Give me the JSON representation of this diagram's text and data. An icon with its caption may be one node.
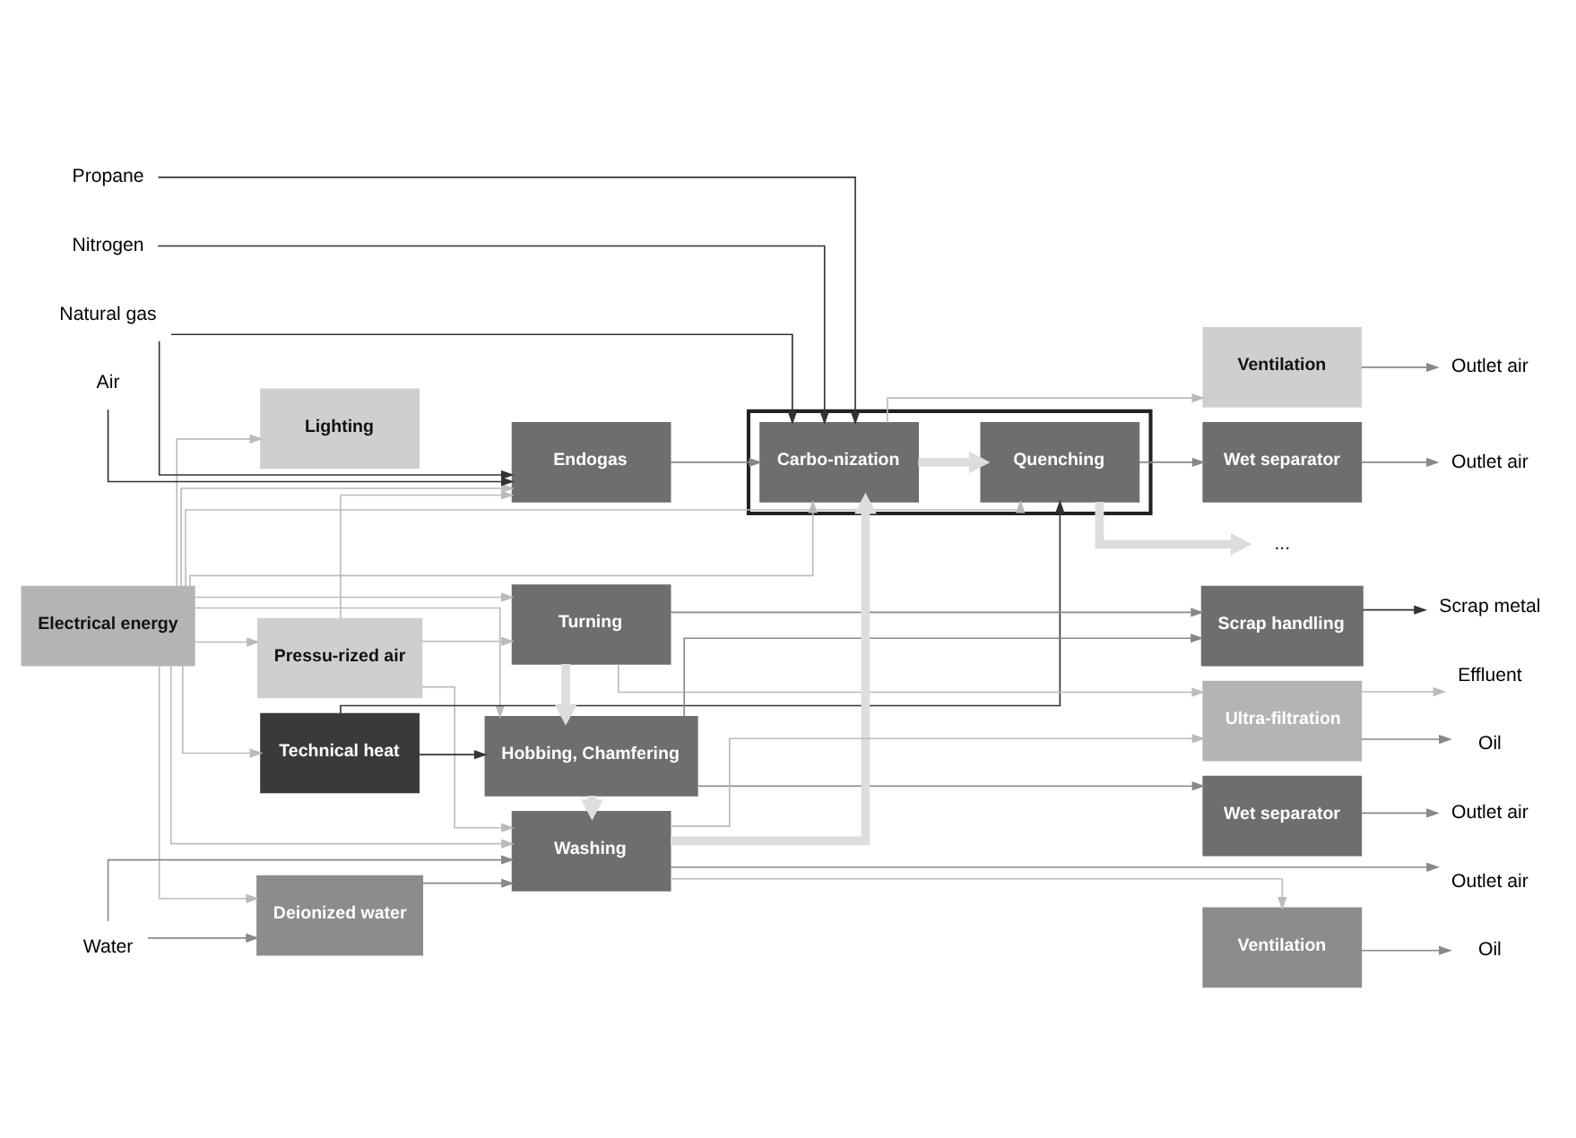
{
  "diagram": {
    "nodes": [
      {
        "text": [
          "Electrical energy"
        ]
      },
      {
        "text": [
          "Water"
        ]
      },
      {
        "text": [
          "Deionized water"
        ]
      },
      {
        "text": [
          "Pressu-rized air"
        ]
      },
      {
        "text": [
          "Air"
        ]
      },
      {
        "text": [
          "Natural gas"
        ]
      },
      {
        "text": [
          "Propane"
        ]
      },
      {
        "text": [
          "Nitrogen"
        ]
      },
      {
        "text": [
          "Endogas"
        ]
      },
      {
        "text": [
          "Technical heat"
        ]
      },
      {
        "text": [
          "Lighting"
        ]
      },
      {
        "text": [
          "Turning"
        ]
      },
      {
        "text": [
          "Hobbing, Chamfering"
        ]
      },
      {
        "text": [
          "Washing"
        ]
      },
      {
        "text": [],
        "shape": "box"
      },
      {
        "text": [
          "Carbo-nization"
        ],
        "in": 14
      },
      {
        "text": [
          "Quenching"
        ],
        "in": 14
      },
      {
        "text": [
          "..."
        ]
      },
      {
        "text": [
          "Scrap handling"
        ]
      },
      {
        "text": [
          "Ultra-filtration"
        ]
      },
      {
        "text": [
          "Wet separator"
        ]
      },
      {
        "text": [
          "Ventilation"
        ]
      },
      {
        "text": [
          "Ventilation"
        ]
      },
      {
        "text": [
          "Wet separator"
        ]
      },
      {
        "text": [
          "Scrap metal"
        ]
      },
      {
        "text": [
          "Effluent"
        ]
      },
      {
        "text": [
          "Oil"
        ]
      },
      {
        "text": [
          "Outlet air"
        ]
      },
      {
        "text": [
          "Outlet air"
        ]
      },
      {
        "text": [
          "Oil"
        ]
      },
      {
        "text": [
          "Outlet air"
        ]
      },
      {
        "text": [
          "Outlet air"
        ]
      }
    ],
    "edges": [
      {
        "from": 11,
        "to": 12,
        "arrow": "to",
        "style": "thick",
        "color": "#dddddd"
      },
      {
        "from": 12,
        "to": 13,
        "arrow": "to",
        "style": "thick",
        "color": "#dddddd"
      },
      {
        "from": 13,
        "to": 15,
        "arrow": "to",
        "style": "thick",
        "color": "#dddddd"
      },
      {
        "from": 15,
        "to": 16,
        "arrow": "to",
        "style": "thick",
        "color": "#dddddd"
      },
      {
        "from": 16,
        "to": 17,
        "arrow": "to",
        "style": "thick",
        "color": "#dddddd"
      },
      {
        "from": 0,
        "to": 11,
        "arrow": "to",
        "color": "#bbbbbb"
      },
      {
        "from": 0,
        "to": 12,
        "arrow": "to",
        "color": "#bbbbbb"
      },
      {
        "from": 0,
        "to": 13,
        "arrow": "to",
        "color": "#bbbbbb"
      },
      {
        "from": 0,
        "to": 15,
        "arrow": "to",
        "color": "#bbbbbb"
      },
      {
        "from": 0,
        "to": 16,
        "arrow": "to",
        "color": "#bbbbbb"
      },
      {
        "from": 0,
        "to": 2,
        "arrow": "to",
        "color": "#bbbbbb"
      },
      {
        "from": 0,
        "to": 3,
        "arrow": "to",
        "color": "#bbbbbb"
      },
      {
        "from": 0,
        "to": 8,
        "arrow": "to",
        "color": "#bbbbbb"
      },
      {
        "from": 0,
        "to": 9,
        "arrow": "to",
        "color": "#bbbbbb"
      },
      {
        "from": 0,
        "to": 10,
        "arrow": "to",
        "color": "#bbbbbb"
      },
      {
        "from": 1,
        "to": 2,
        "arrow": "to"
      },
      {
        "from": 1,
        "to": 13,
        "arrow": "to"
      },
      {
        "from": 2,
        "to": 13,
        "arrow": "to"
      },
      {
        "from": 3,
        "to": 11,
        "arrow": "to",
        "color": "#bbbbbb"
      },
      {
        "from": 3,
        "to": 13,
        "arrow": "to",
        "color": "#bbbbbb"
      },
      {
        "from": 3,
        "to": 8,
        "arrow": "to",
        "color": "#bbbbbb"
      },
      {
        "from": 4,
        "to": 8,
        "arrow": "to",
        "color": "#333333"
      },
      {
        "from": 5,
        "to": 8,
        "arrow": "to",
        "color": "#333333"
      },
      {
        "from": 5,
        "to": 15,
        "arrow": "to",
        "color": "#333333"
      },
      {
        "from": 6,
        "to": 15,
        "arrow": "to",
        "color": "#333333"
      },
      {
        "from": 7,
        "to": 15,
        "arrow": "to",
        "color": "#333333"
      },
      {
        "from": 8,
        "to": 15,
        "arrow": "to"
      },
      {
        "from": 9,
        "to": 12,
        "arrow": "to",
        "color": "#333333"
      },
      {
        "from": 9,
        "to": 16,
        "arrow": "to",
        "color": "#333333"
      },
      {
        "from": 11,
        "to": 18,
        "arrow": "to"
      },
      {
        "from": 12,
        "to": 18,
        "arrow": "to"
      },
      {
        "from": 11,
        "to": 19,
        "arrow": "to",
        "color": "#bbbbbb"
      },
      {
        "from": 13,
        "to": 19,
        "arrow": "to",
        "color": "#bbbbbb"
      },
      {
        "from": 12,
        "to": 20,
        "arrow": "to"
      },
      {
        "from": 13,
        "to": 28,
        "arrow": "to"
      },
      {
        "from": 13,
        "to": 21,
        "arrow": "to",
        "color": "#bbbbbb"
      },
      {
        "from": 15,
        "to": 22,
        "arrow": "to",
        "color": "#bbbbbb"
      },
      {
        "from": 16,
        "to": 23,
        "arrow": "to"
      },
      {
        "from": 18,
        "to": 24,
        "arrow": "to",
        "color": "#333333"
      },
      {
        "from": 19,
        "to": 25,
        "arrow": "to",
        "color": "#bbbbbb"
      },
      {
        "from": 19,
        "to": 26,
        "arrow": "to"
      },
      {
        "from": 20,
        "to": 27,
        "arrow": "to"
      },
      {
        "from": 21,
        "to": 29,
        "arrow": "to"
      },
      {
        "from": 22,
        "to": 30,
        "arrow": "to"
      },
      {
        "from": 23,
        "to": 31,
        "arrow": "to"
      }
    ]
  }
}
